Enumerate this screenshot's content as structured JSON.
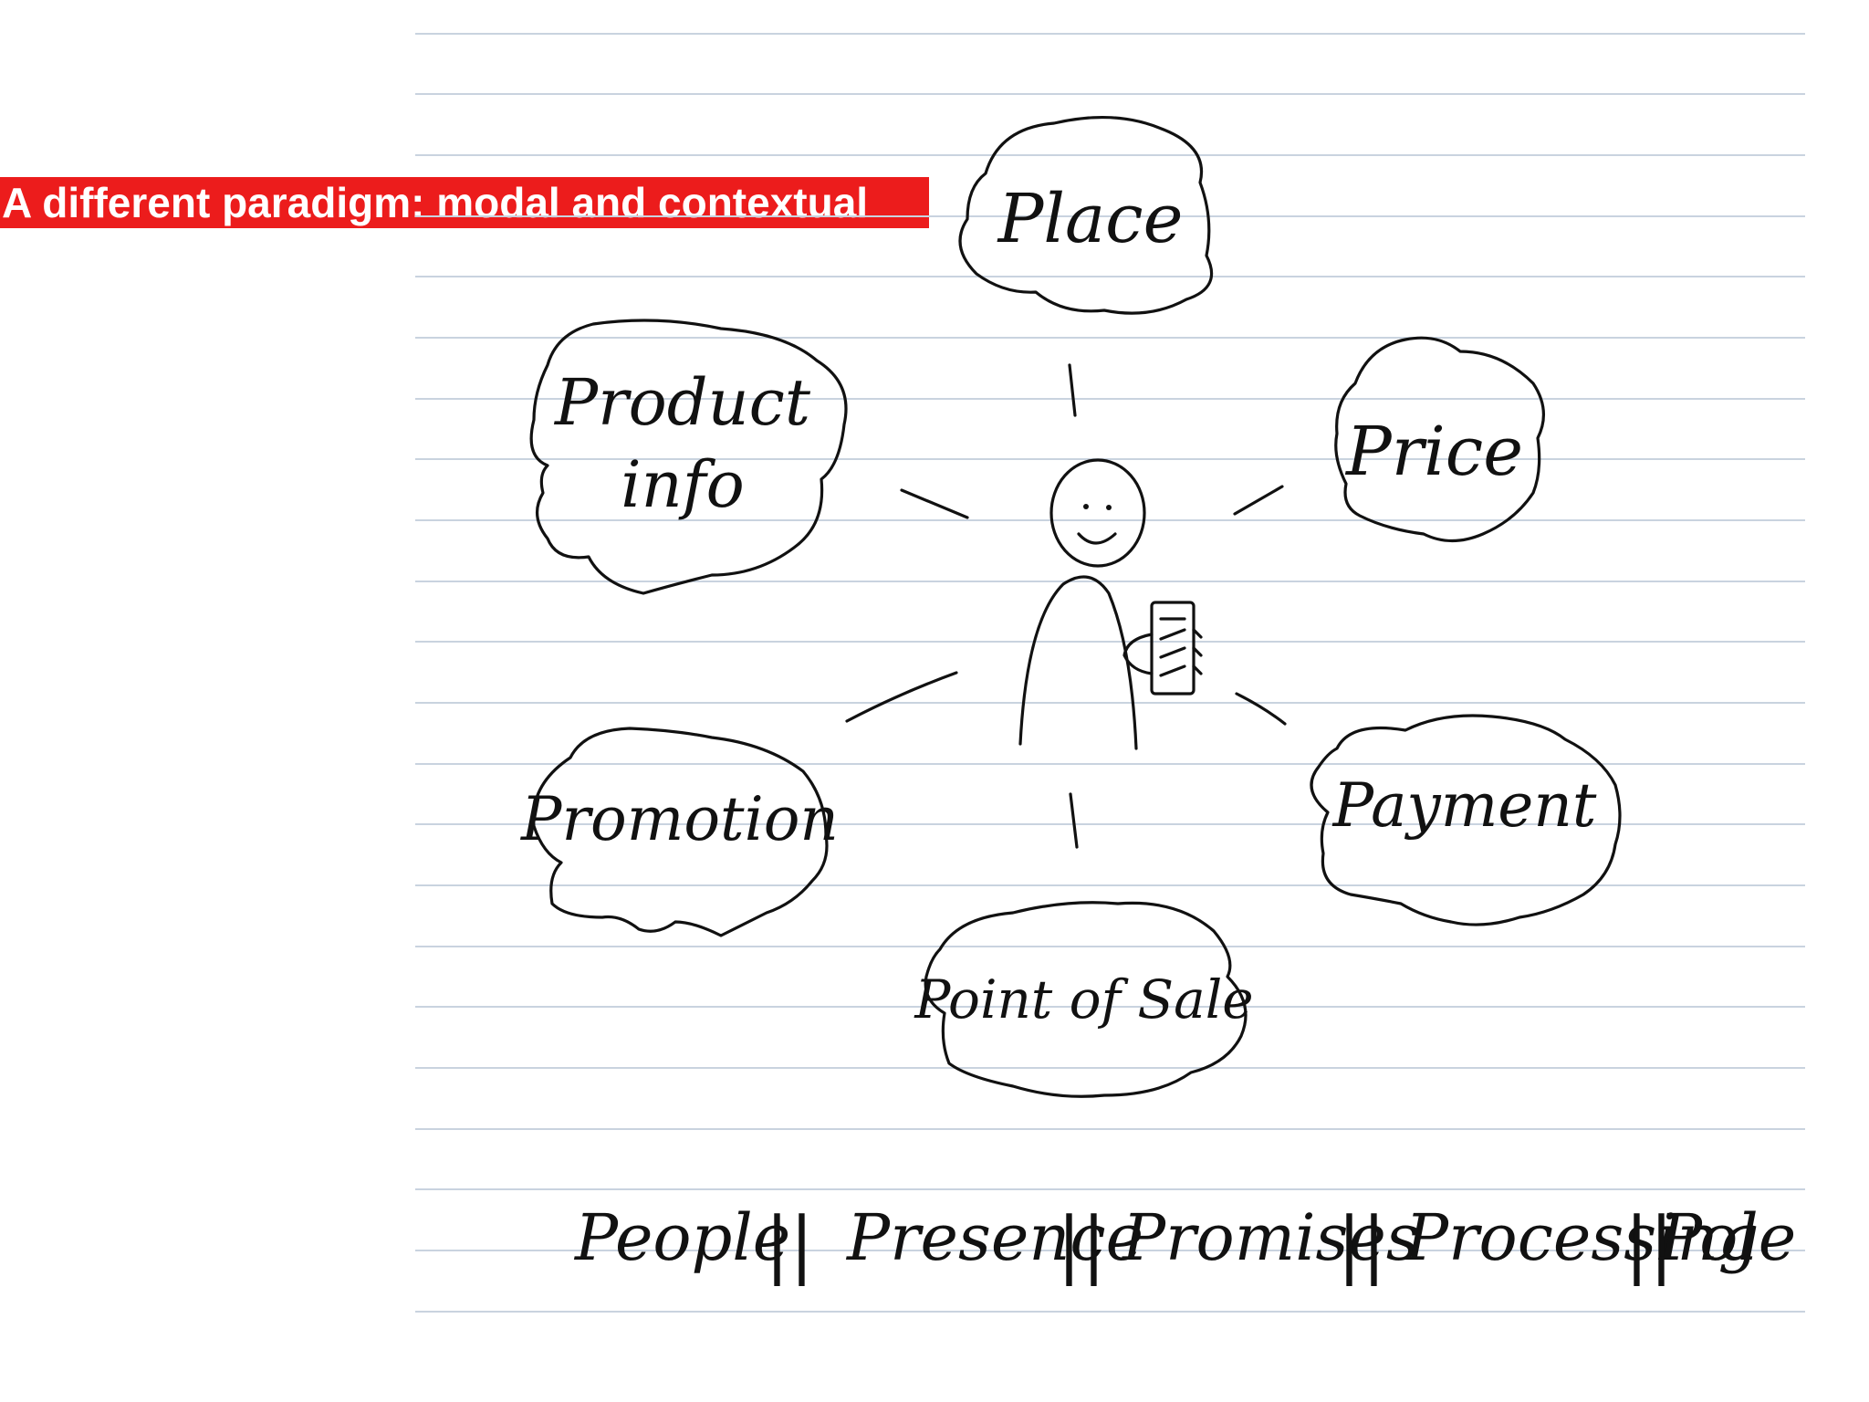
{
  "slide": {
    "title": "A different paradigm: modal and contextual"
  },
  "diagram": {
    "center": "person-with-phone",
    "nodes": {
      "place": "Place",
      "product_info_line1": "Product",
      "product_info_line2": "info",
      "price": "Price",
      "promotion": "Promotion",
      "payment": "Payment",
      "point_of_sale": "Point of Sale"
    },
    "footer": [
      "People",
      "Presence",
      "Promises",
      "Processing",
      "Pole"
    ],
    "separator": "||"
  },
  "colors": {
    "banner": "#ec1c1c",
    "banner_text": "#ffffff",
    "ink": "#111111",
    "rule_lines": "#c9d3df"
  }
}
